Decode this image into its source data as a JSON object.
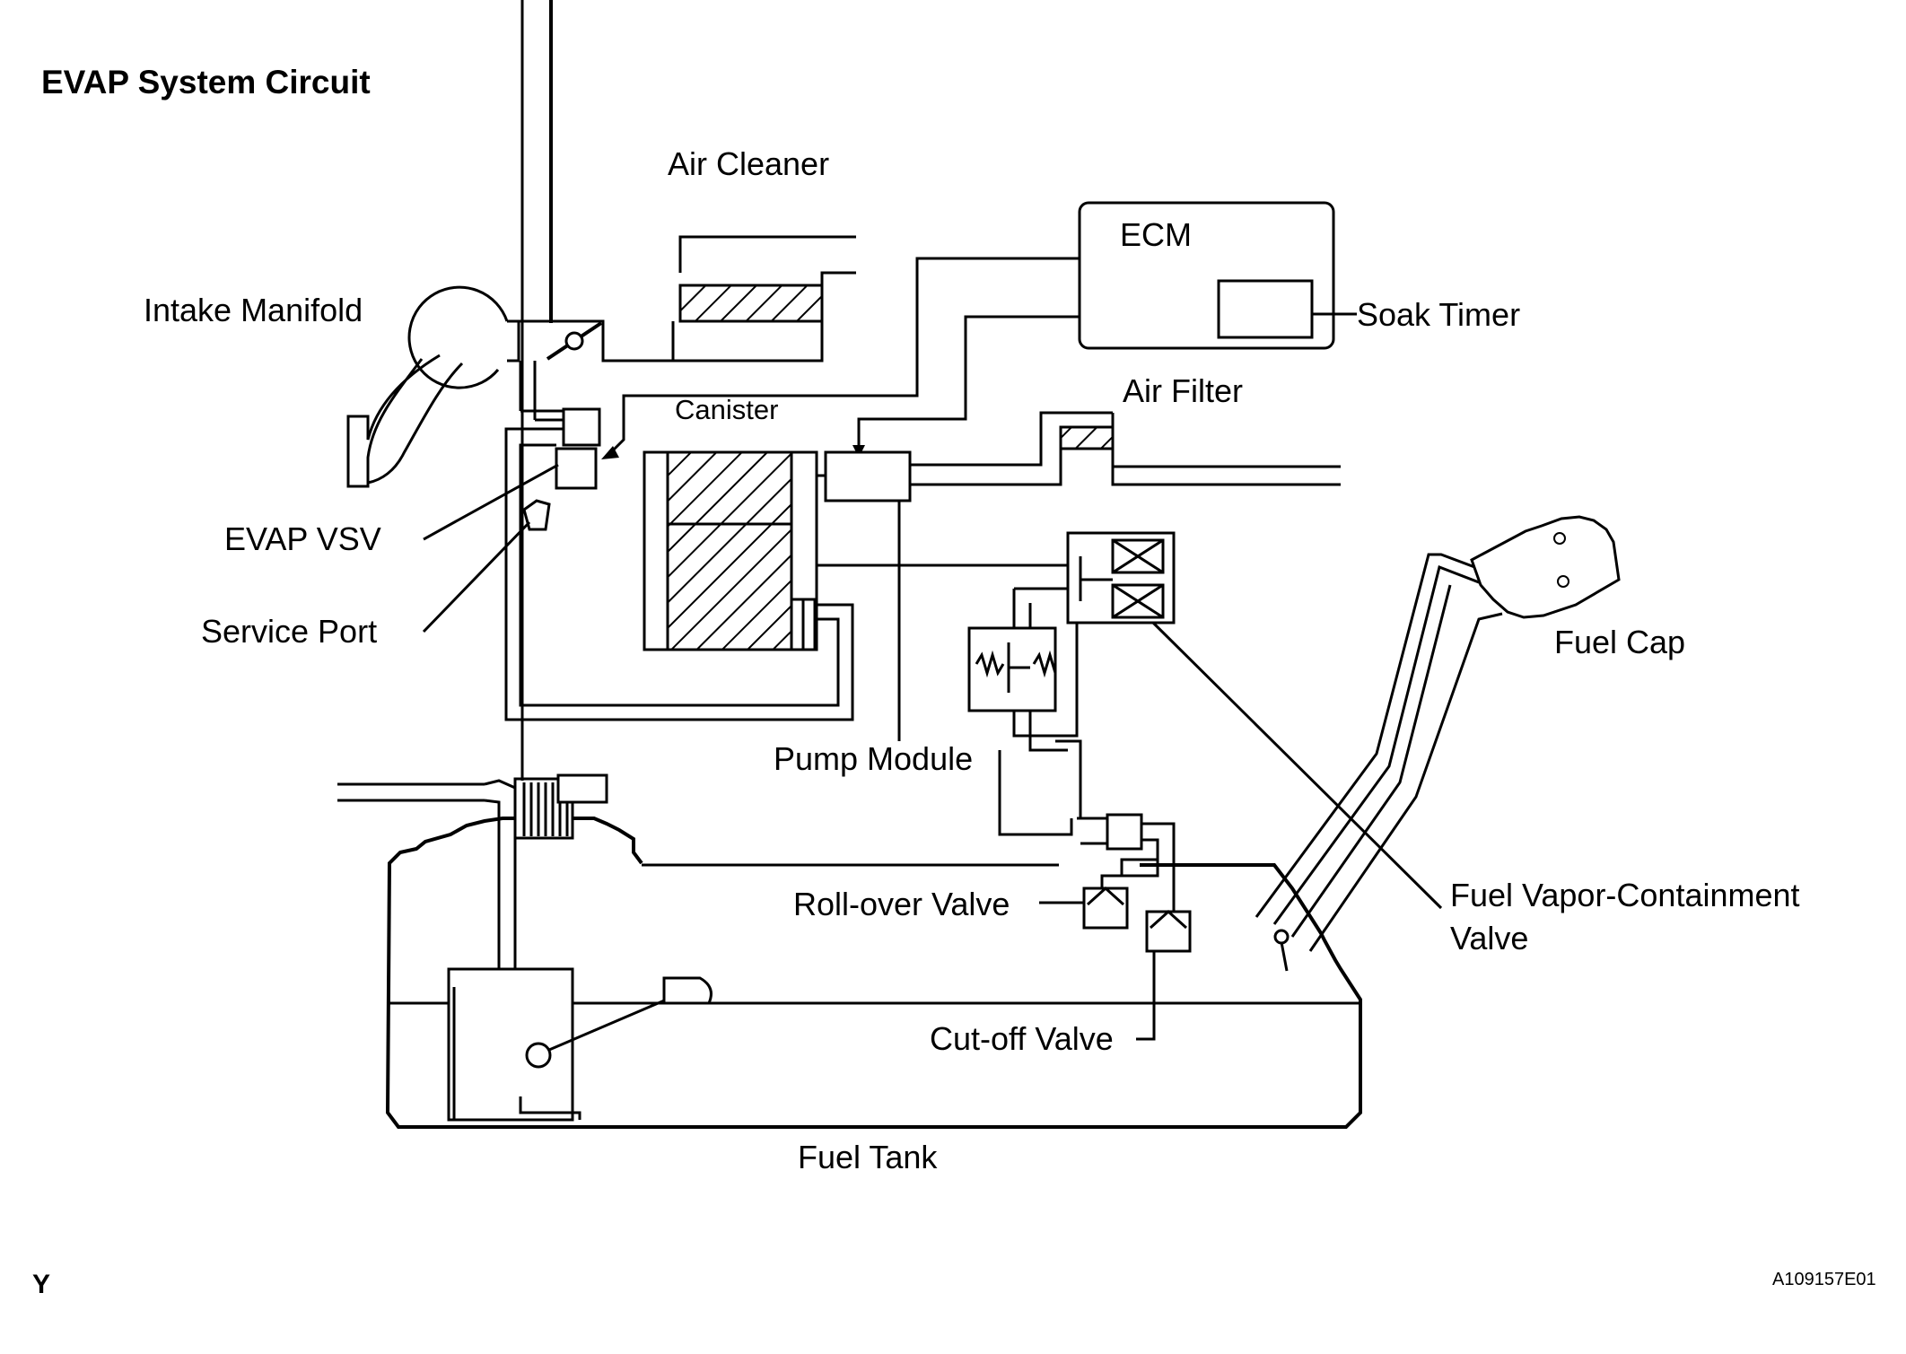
{
  "title": "EVAP System Circuit",
  "labels": {
    "air_cleaner": "Air Cleaner",
    "ecm": "ECM",
    "soak_timer": "Soak Timer",
    "intake_manifold": "Intake Manifold",
    "canister": "Canister",
    "air_filter": "Air Filter",
    "evap_vsv": "EVAP VSV",
    "service_port": "Service Port",
    "fuel_cap": "Fuel Cap",
    "pump_module": "Pump Module",
    "roll_over_valve": "Roll-over Valve",
    "fuel_vapor_line1": "Fuel Vapor-Containment",
    "fuel_vapor_line2": "Valve",
    "cut_off_valve": "Cut-off Valve",
    "fuel_tank": "Fuel Tank"
  },
  "footer": {
    "corner_mark": "Y",
    "figure_code": "A109157E01"
  }
}
